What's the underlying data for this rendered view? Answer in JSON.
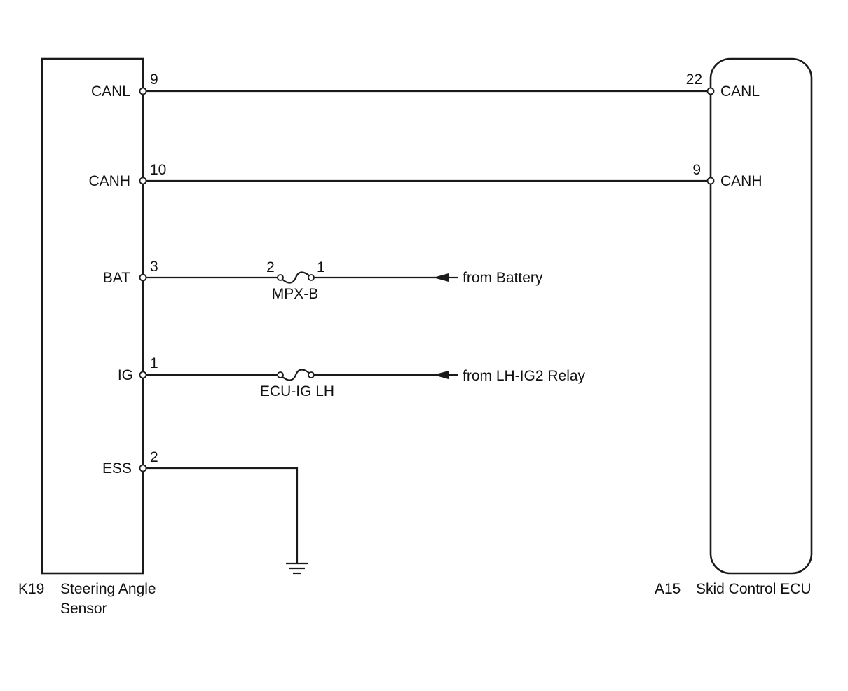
{
  "left_component": {
    "code": "K19",
    "name_line1": "Steering Angle",
    "name_line2": "Sensor",
    "pins": [
      {
        "label": "CANL",
        "pin": "9"
      },
      {
        "label": "CANH",
        "pin": "10"
      },
      {
        "label": "BAT",
        "pin": "3"
      },
      {
        "label": "IG",
        "pin": "1"
      },
      {
        "label": "ESS",
        "pin": "2"
      }
    ]
  },
  "right_component": {
    "code": "A15",
    "name": "Skid Control ECU",
    "pins": [
      {
        "label": "CANL",
        "pin": "22"
      },
      {
        "label": "CANH",
        "pin": "9"
      }
    ]
  },
  "fuses": [
    {
      "name": "MPX-B",
      "pin_left": "2",
      "pin_right": "1"
    },
    {
      "name": "ECU-IG LH"
    }
  ],
  "sources": [
    {
      "text": "from Battery"
    },
    {
      "text": "from LH-IG2 Relay"
    }
  ]
}
